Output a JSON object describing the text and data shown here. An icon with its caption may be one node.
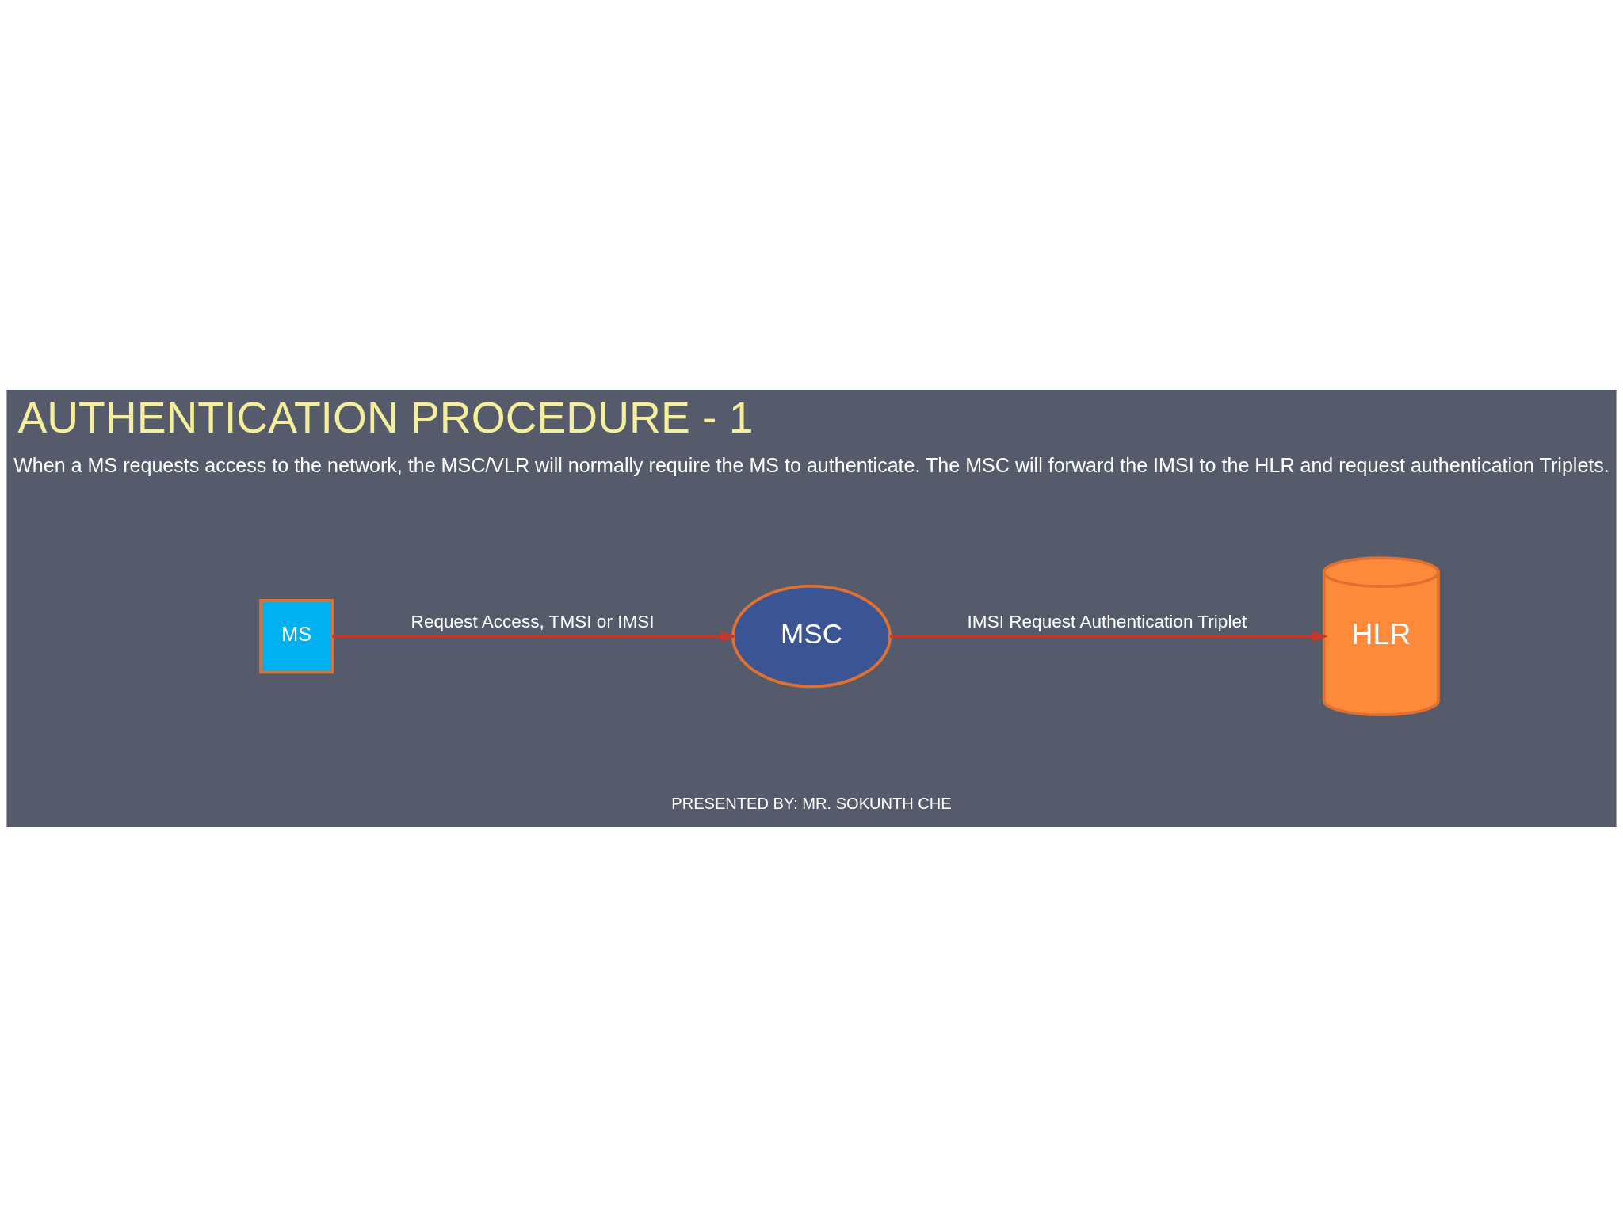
{
  "diagram": {
    "title": "AUTHENTICATION PROCEDURE - 1",
    "nodes": [
      {
        "text": [
          "MS"
        ]
      },
      {
        "text": [
          "MSC"
        ]
      },
      {
        "text": [
          "HLR"
        ]
      }
    ],
    "edges": [
      {
        "from": 0,
        "to": 1,
        "arrow": "to",
        "label": "Request Access, TMSI or IMSI"
      },
      {
        "from": 1,
        "to": 2,
        "arrow": "to",
        "label": "IMSI Request Authentication Triplet"
      }
    ],
    "labels": [
      "When a MS requests access to the network, the MSC/VLR will normally require the MS to authenticate. The MSC will forward the IMSI to the HLR and request authentication Triplets.",
      "PRESENTED BY: MR. SOKUNTH CHE"
    ]
  }
}
